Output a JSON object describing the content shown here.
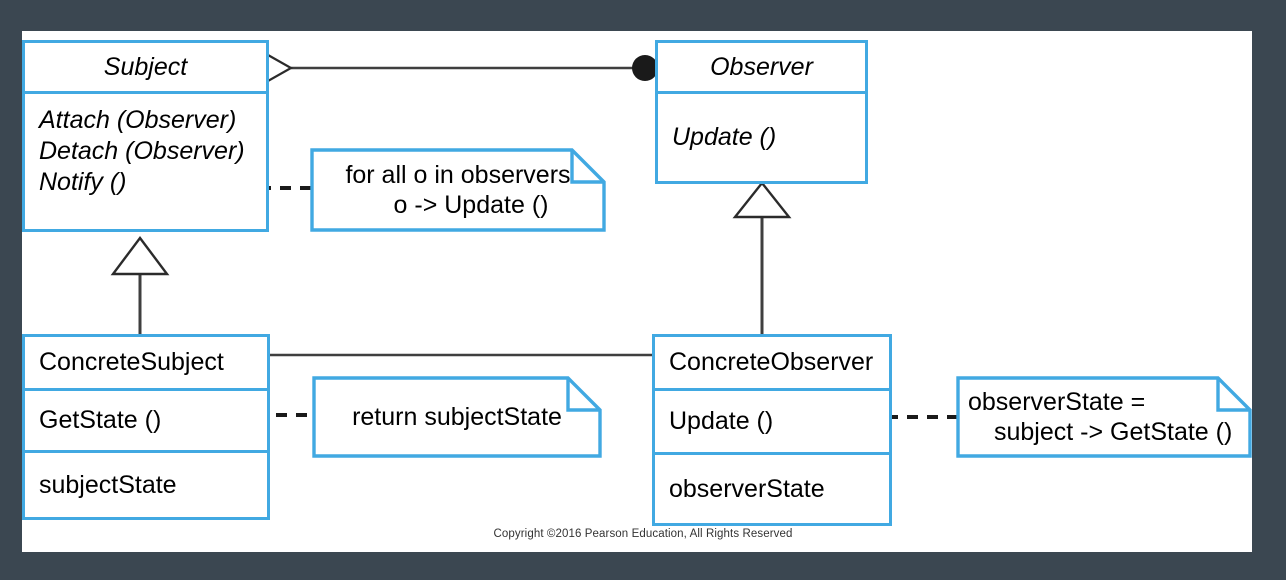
{
  "slide": {
    "background_color": "#ffffff",
    "outer_background_color": "#3b4751",
    "accent_color": "#41a9e2",
    "line_color": "#3f3f3f",
    "footer": "Copyright ©2016 Pearson Education, All Rights Reserved"
  },
  "classes": {
    "subject": {
      "name": "Subject",
      "operations": [
        "Attach (Observer)",
        "Detach (Observer)",
        "Notify ()"
      ],
      "attributes": []
    },
    "observer": {
      "name": "Observer",
      "operations": [
        "Update ()"
      ],
      "attributes": []
    },
    "concrete_subject": {
      "name": "ConcreteSubject",
      "operations": [
        "GetState ()"
      ],
      "attributes": [
        "subjectState"
      ]
    },
    "concrete_observer": {
      "name": "ConcreteObserver",
      "operations": [
        "Update ()"
      ],
      "attributes": [
        "observerState"
      ]
    }
  },
  "notes": {
    "notify_note": {
      "line1": "for all o in observers",
      "line2": "o -> Update ()"
    },
    "getstate_note": {
      "line1": "return subjectState",
      "line2": ""
    },
    "update_note": {
      "line1": "observerState =",
      "line2": "subject -> GetState ()"
    }
  },
  "relationships": [
    {
      "name": "subject-observes-observer",
      "type": "aggregation",
      "source": "Subject",
      "target": "Observer",
      "source_decoration": "hollow-diamond",
      "target_decoration": "filled-circle"
    },
    {
      "name": "concretesubject-generalizes-subject",
      "type": "generalization",
      "source": "ConcreteSubject",
      "target": "Subject",
      "target_decoration": "hollow-triangle"
    },
    {
      "name": "concreteobserver-generalizes-observer",
      "type": "generalization",
      "source": "ConcreteObserver",
      "target": "Observer",
      "target_decoration": "hollow-triangle"
    },
    {
      "name": "concreteobserver-references-concretesubject",
      "type": "association",
      "source": "ConcreteObserver",
      "target": "ConcreteSubject",
      "source_decoration": "none",
      "target_decoration": "none"
    },
    {
      "name": "notify-note-link",
      "type": "note-anchor",
      "source": "Notify ()",
      "target": "for all o in observers note"
    },
    {
      "name": "getstate-note-link",
      "type": "note-anchor",
      "source": "GetState ()",
      "target": "return subjectState note"
    },
    {
      "name": "update-note-link",
      "type": "note-anchor",
      "source": "Update ()",
      "target": "observerState note"
    }
  ]
}
